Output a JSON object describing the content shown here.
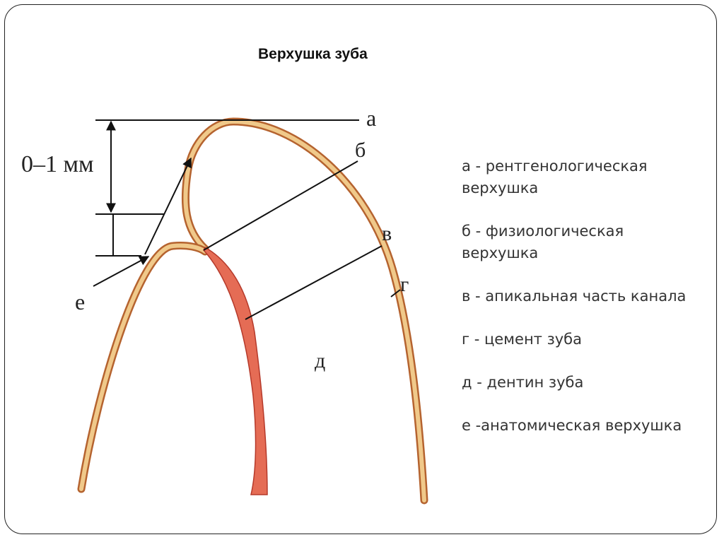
{
  "title": "Верхушка зуба",
  "diagram": {
    "measure_label": "0–1 мм",
    "labels": {
      "a": "а",
      "b": "б",
      "v": "в",
      "g": "г",
      "d": "д",
      "e": "е"
    }
  },
  "legend": [
    "а - рентгенологическая верхушка",
    "б - физиологическая верхушка",
    "в - апикальная часть канала",
    "г - цемент зуба",
    "д - дентин зуба",
    "е -анатомическая верхушка"
  ],
  "colors": {
    "cementum_fill": "#f0c98a",
    "cementum_stroke": "#b5632f",
    "canal_fill": "#e56c55",
    "line": "#111111"
  }
}
